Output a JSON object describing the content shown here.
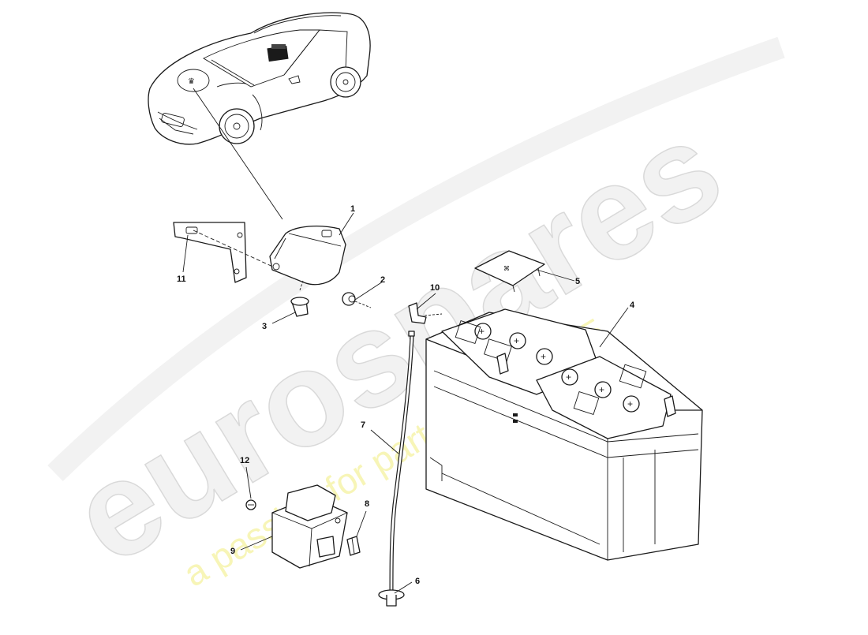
{
  "diagram": {
    "callouts": [
      "1",
      "2",
      "3",
      "4",
      "5",
      "6",
      "7",
      "8",
      "9",
      "10",
      "11",
      "12"
    ]
  },
  "watermark": {
    "brand": "eurospares",
    "tagline": "a passion for parts since 1985"
  },
  "colors": {
    "line": "#1a1a1a",
    "watermark_outline": "#d9d9d9",
    "watermark_tagline": "#f5f2a0"
  }
}
